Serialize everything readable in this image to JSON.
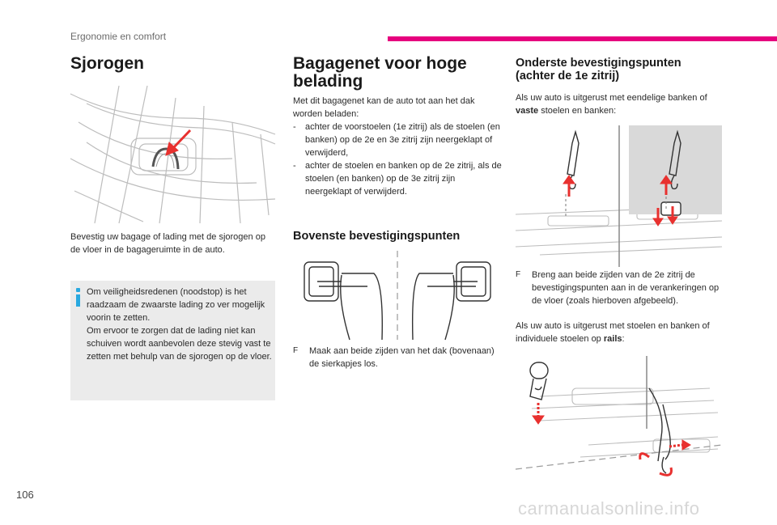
{
  "header": {
    "section_label": "Ergonomie en comfort"
  },
  "left_column": {
    "title": "Sjorogen",
    "body": "Bevestig uw bagage of lading met de sjorogen op de vloer in de bagageruimte in de auto.",
    "info_box": {
      "icon": "info-icon",
      "line1": "Om veiligheidsredenen (noodstop) is het raadzaam de zwaarste lading zo ver mogelijk voorin te zetten.",
      "line2": "Om ervoor te zorgen dat de lading niet kan schuiven wordt aanbevolen deze stevig vast te zetten met behulp van de sjorogen op de vloer."
    }
  },
  "middle_column": {
    "title_line1": "Bagagenet voor hoge",
    "title_line2": "belading",
    "intro": "Met dit bagagenet kan de auto tot aan het dak worden beladen:",
    "list": [
      "achter de voorstoelen (1e zitrij) als de stoelen (en banken) op de 2e en 3e zitrij zijn neergeklapt of verwijderd,",
      "achter de stoelen en banken op de 2e zitrij, als de stoelen (en banken) op de 3e zitrij zijn neergeklapt of verwijderd."
    ],
    "list_dash": "-",
    "subtitle": "Bovenste bevestigingspunten",
    "instruction": "Maak aan beide zijden van het dak (bovenaan) de sierkapjes los."
  },
  "right_column": {
    "title_line1": "Onderste bevestigingspunten",
    "title_line2": "(achter de 1e zitrij)",
    "para1_pre": "Als uw auto is uitgerust met eendelige banken of ",
    "para1_bold": "vaste",
    "para1_post": " stoelen en banken:",
    "instruction": "Breng aan beide zijden van de 2e zitrij de bevestigingspunten aan in de verankeringen op de vloer (zoals hierboven afgebeeld).",
    "para2_pre": "Als uw auto is uitgerust met stoelen en banken of individuele stoelen op ",
    "para2_bold": "rails",
    "para2_post": ":"
  },
  "bullet_glyph": "F",
  "footer": {
    "page_number": "106",
    "watermark": "carmanualsonline.info"
  },
  "colors": {
    "accent_pink": "#e6007e",
    "info_blue": "#29a9e0",
    "arrow_red": "#e8312f",
    "box_grey": "#ebebeb"
  }
}
